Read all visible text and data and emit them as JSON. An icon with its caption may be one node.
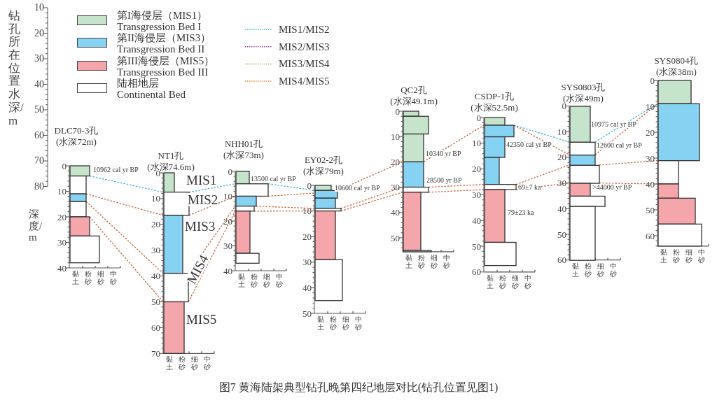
{
  "diagram": {
    "caption": "图7 黄海陆架典型钻孔晚第四纪地层对比(钻孔位置见图1)",
    "nodes": [
      {
        "text": [
          "DLC70-3孔",
          "(水深72m)",
          "0",
          "10",
          "20",
          "30",
          "40",
          "黏土",
          "粉砂",
          "细砂",
          "中砂",
          "10962 cal yr BP"
        ]
      },
      {
        "text": [
          "NT1孔",
          "(水深74.6m)",
          "0",
          "10",
          "20",
          "30",
          "40",
          "50",
          "60",
          "70",
          "黏土",
          "粉砂",
          "细砂",
          "中砂",
          "MIS1",
          "MIS2",
          "MIS3",
          "MIS4",
          "MIS5"
        ]
      },
      {
        "text": [
          "NHH01孔",
          "(水深73m)",
          "0",
          "10",
          "20",
          "30",
          "40",
          "黏土",
          "粉砂",
          "细砂",
          "中砂",
          "13500 cal yr BP"
        ]
      },
      {
        "text": [
          "EY02-2孔",
          "(水深79m)",
          "0",
          "10",
          "20",
          "30",
          "40",
          "50",
          "黏土",
          "粉砂",
          "细砂",
          "中砂",
          "10600 cal yr BP"
        ]
      },
      {
        "text": [
          "QC2孔",
          "(水深49.1m)",
          "0",
          "10",
          "20",
          "30",
          "40",
          "50",
          "黏土",
          "粉砂",
          "细砂",
          "中砂",
          "10340 yr BP",
          "28500 yr BP"
        ]
      },
      {
        "text": [
          "CSDP-1孔",
          "(水深52.5m)",
          "0",
          "10",
          "20",
          "30",
          "40",
          "50",
          "60",
          "黏土",
          "粉砂",
          "细砂",
          "中砂",
          "42350 cal yr BP",
          "69±7 ka",
          "79±23 ka"
        ]
      },
      {
        "text": [
          "SYS0803孔",
          "(水深49m)",
          "0",
          "10",
          "20",
          "30",
          "40",
          "50",
          "60",
          "黏土",
          "粉砂",
          "细砂",
          "中砂",
          "10975 cal yr BP",
          "12600 cal yr BP",
          ">44000 yr BP"
        ]
      },
      {
        "text": [
          "SYS0804孔",
          "(水深38m)",
          "0",
          "10",
          "20",
          "30",
          "40",
          "50",
          "60",
          "黏土",
          "粉砂",
          "细砂",
          "中砂"
        ]
      }
    ],
    "edges": [
      {
        "from": 0,
        "to": 1,
        "arrow": "none",
        "style": "dashed",
        "color": "#3ab0d8"
      },
      {
        "from": 0,
        "to": 1,
        "arrow": "none",
        "style": "dashed"
      },
      {
        "from": 0,
        "to": 1,
        "arrow": "none",
        "style": "dashed"
      },
      {
        "from": 0,
        "to": 1,
        "arrow": "none",
        "style": "dashed"
      },
      {
        "from": 1,
        "to": 2,
        "arrow": "none",
        "style": "dashed",
        "color": "#3ab0d8"
      },
      {
        "from": 1,
        "to": 2,
        "arrow": "none",
        "style": "dashed"
      },
      {
        "from": 1,
        "to": 2,
        "arrow": "none",
        "style": "dashed"
      },
      {
        "from": 1,
        "to": 2,
        "arrow": "none",
        "style": "dashed"
      },
      {
        "from": 2,
        "to": 3,
        "arrow": "none",
        "style": "dashed",
        "color": "#3ab0d8"
      },
      {
        "from": 2,
        "to": 3,
        "arrow": "none",
        "style": "dashed"
      },
      {
        "from": 2,
        "to": 3,
        "arrow": "none",
        "style": "dashed"
      },
      {
        "from": 2,
        "to": 3,
        "arrow": "none",
        "style": "dashed"
      },
      {
        "from": 3,
        "to": 4,
        "arrow": "none",
        "style": "dashed"
      },
      {
        "from": 3,
        "to": 4,
        "arrow": "none",
        "style": "dashed"
      },
      {
        "from": 3,
        "to": 4,
        "arrow": "none",
        "style": "dashed"
      },
      {
        "from": 4,
        "to": 5,
        "arrow": "none",
        "style": "dashed"
      },
      {
        "from": 4,
        "to": 5,
        "arrow": "none",
        "style": "dashed"
      },
      {
        "from": 4,
        "to": 5,
        "arrow": "none",
        "style": "dashed"
      },
      {
        "from": 5,
        "to": 6,
        "arrow": "none",
        "style": "dashed",
        "color": "#3ab0d8"
      },
      {
        "from": 5,
        "to": 6,
        "arrow": "none",
        "style": "dashed"
      },
      {
        "from": 5,
        "to": 6,
        "arrow": "none",
        "style": "dashed"
      },
      {
        "from": 5,
        "to": 6,
        "arrow": "none",
        "style": "dashed"
      },
      {
        "from": 6,
        "to": 7,
        "arrow": "none",
        "style": "dashed",
        "color": "#3ab0d8"
      },
      {
        "from": 6,
        "to": 7,
        "arrow": "none",
        "style": "dashed"
      },
      {
        "from": 6,
        "to": 7,
        "arrow": "none",
        "style": "dashed"
      },
      {
        "from": 6,
        "to": 7,
        "arrow": "none",
        "style": "dashed"
      }
    ],
    "labels": [
      "钻孔所在位置水深/m",
      "10",
      "20",
      "30",
      "40",
      "50",
      "60",
      "70",
      "80",
      "深度/m"
    ],
    "legend": [
      {
        "text": "第I海侵层（MIS1） Transgression Bed I",
        "color": "#c6e3cb"
      },
      {
        "text": "第II海侵层（MIS3） Transgression Bed II",
        "color": "#86d2f2"
      },
      {
        "text": "第III海侵层（MIS5） Transgression Bed III",
        "color": "#f4a6aa"
      },
      {
        "text": "陆相地层 Continental Bed",
        "color": "#ffffff"
      },
      {
        "text": "MIS1/MIS2"
      },
      {
        "text": "MIS2/MIS3"
      },
      {
        "text": "MIS3/MIS4"
      },
      {
        "text": "MIS4/MIS5"
      }
    ]
  }
}
